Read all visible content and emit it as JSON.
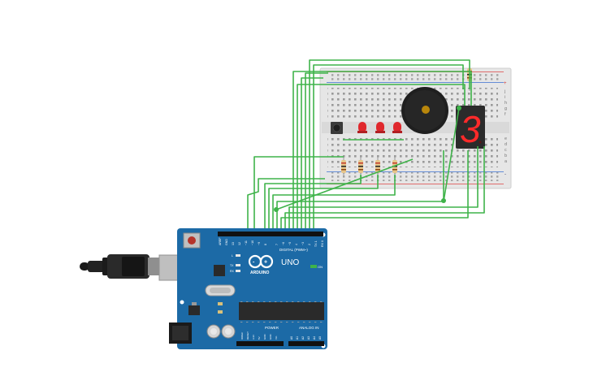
{
  "board": {
    "brand": "ARDUINO",
    "model": "UNO",
    "digital_label": "DIGITAL (PWM~)",
    "analog_label": "ANALOG IN",
    "power_label": "POWER",
    "on_label": "ON",
    "led_l": "L",
    "led_tx": "TX",
    "led_rx": "RX",
    "digital_pins": [
      "AREF",
      "GND",
      "13",
      "12",
      "~11",
      "~10",
      "~9",
      "8",
      "7",
      "~6",
      "~5",
      "4",
      "~3",
      "2",
      "TX 1",
      "RX 0"
    ],
    "power_pins": [
      "IOREF",
      "RESET",
      "3.3V",
      "5V",
      "GND",
      "GND",
      "Vin"
    ],
    "analog_pins": [
      "A0",
      "A1",
      "A2",
      "A3",
      "A4",
      "A5"
    ]
  },
  "breadboard": {
    "row_letters_top": [
      "j",
      "i",
      "h",
      "g",
      "f"
    ],
    "row_letters_bottom": [
      "e",
      "d",
      "c",
      "b",
      "a"
    ],
    "plus": "+",
    "minus": "-"
  },
  "display": {
    "digit": "3"
  },
  "colors": {
    "board_blue": "#1c6aa6",
    "wire_green": "#3fb34a",
    "led_red": "#e0282d",
    "segment_red": "#ff2a2a",
    "breadboard": "#e6e6e6"
  }
}
